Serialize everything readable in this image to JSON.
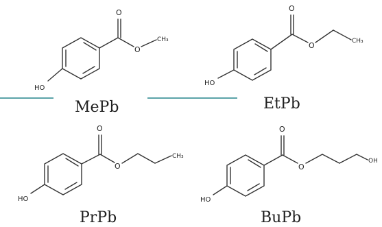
{
  "molecules": [
    {
      "name": "MePb",
      "atoms": {
        "hydroxyl": "HO",
        "carbonyl_o": "O",
        "ester_o": "O",
        "terminal": "CH₃"
      }
    },
    {
      "name": "EtPb",
      "atoms": {
        "hydroxyl": "HO",
        "carbonyl_o": "O",
        "ester_o": "O",
        "terminal": "CH₃"
      }
    },
    {
      "name": "PrPb",
      "atoms": {
        "hydroxyl": "HO",
        "carbonyl_o": "O",
        "ester_o": "O",
        "terminal": "CH₃"
      }
    },
    {
      "name": "BuPb",
      "atoms": {
        "hydroxyl": "HO",
        "carbonyl_o": "O",
        "ester_o": "O",
        "terminal": "OH"
      }
    }
  ],
  "colors": {
    "divider": "#5aa3a8",
    "bond": "#333333"
  }
}
